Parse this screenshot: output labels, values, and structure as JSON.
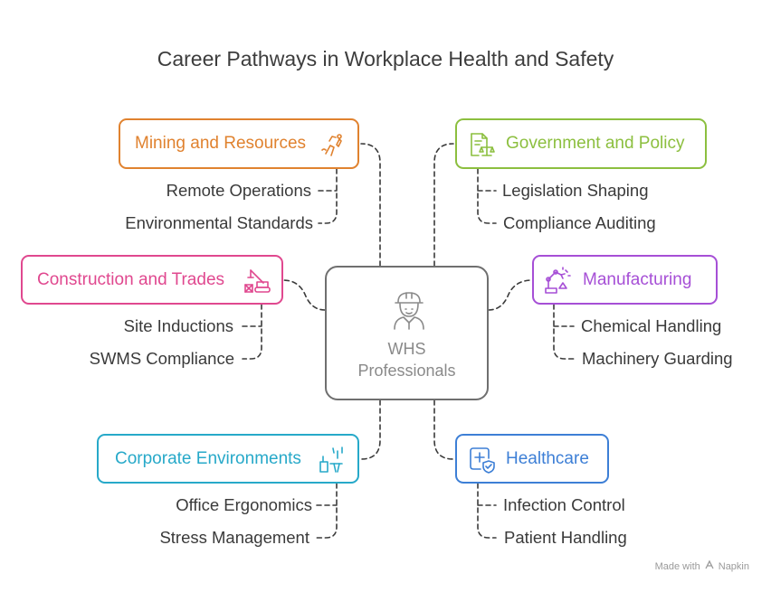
{
  "title": "Career Pathways in Workplace Health and Safety",
  "center": {
    "line1": "WHS",
    "line2": "Professionals",
    "icon": "worker-helmet-icon"
  },
  "branches": {
    "mining": {
      "label": "Mining and Resources",
      "color": "#E0822F",
      "icon": "mining-tools-icon",
      "items": [
        "Remote Operations",
        "Environmental Standards"
      ]
    },
    "government": {
      "label": "Government and Policy",
      "color": "#8CBF3F",
      "icon": "legal-document-scales-icon",
      "items": [
        "Legislation Shaping",
        "Compliance Auditing"
      ]
    },
    "construction": {
      "label": "Construction and Trades",
      "color": "#E0488F",
      "icon": "crane-icon",
      "items": [
        "Site Inductions",
        "SWMS Compliance"
      ]
    },
    "manufacturing": {
      "label": "Manufacturing",
      "color": "#A64FD6",
      "icon": "robotic-arm-icon",
      "items": [
        "Chemical Handling",
        "Machinery Guarding"
      ]
    },
    "corporate": {
      "label": "Corporate Environments",
      "color": "#27A9C9",
      "icon": "office-desk-icon",
      "items": [
        "Office Ergonomics",
        "Stress Management"
      ]
    },
    "healthcare": {
      "label": "Healthcare",
      "color": "#3D7FD6",
      "icon": "medical-shield-icon",
      "items": [
        "Infection Control",
        "Patient Handling"
      ]
    }
  },
  "brand": {
    "prefix": "Made with",
    "name": "Napkin",
    "icon": "napkin-logo-icon"
  }
}
